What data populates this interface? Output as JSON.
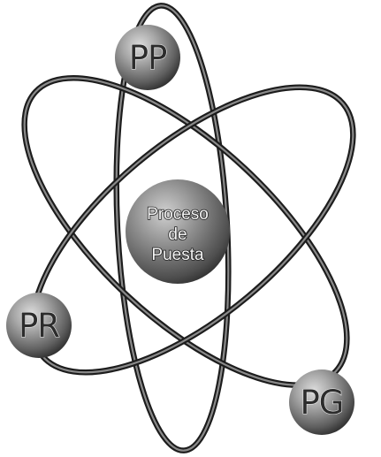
{
  "diagram": {
    "nucleus": {
      "lines": [
        "Proceso",
        "de",
        "Puesta"
      ]
    },
    "nodes": [
      {
        "label": "PP"
      },
      {
        "label": "PR"
      },
      {
        "label": "PG"
      }
    ],
    "colors": {
      "orbit": "#1c1c1c",
      "sphere_light": "#d8d8d8",
      "sphere_mid": "#8c8c8c",
      "sphere_dark": "#2a2a2a",
      "background": "#ffffff"
    }
  }
}
